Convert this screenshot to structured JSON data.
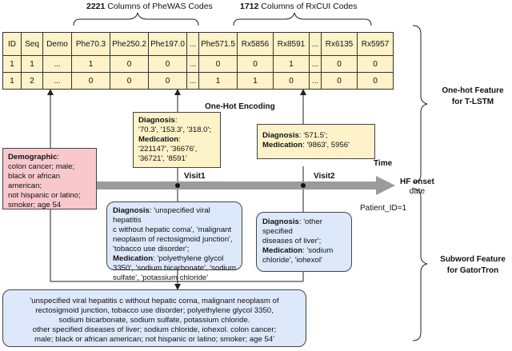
{
  "header": {
    "phewas_count": "2221",
    "phewas_text": "Columns of PheWAS Codes",
    "rxcui_count": "1712",
    "rxcui_text": "Columns of RxCUI Codes"
  },
  "table": {
    "columns": [
      "ID",
      "Seq",
      "Demo",
      "Phe70.3",
      "Phe250.2",
      "Phe197.0",
      "...",
      "Phe571.5",
      "Rx5856",
      "Rx8591",
      "...",
      "Rx6135",
      "Rx5957"
    ],
    "rows": [
      [
        "1",
        "1",
        "...",
        "1",
        "0",
        "0",
        "...",
        "0",
        "0",
        "1",
        "...",
        "0",
        "0"
      ],
      [
        "1",
        "2",
        "...",
        "0",
        "0",
        "0",
        "...",
        "1",
        "1",
        "0",
        "...",
        "0",
        "0"
      ]
    ]
  },
  "labels": {
    "one_hot_encoding": "One-Hot Encoding",
    "one_hot_feature_l1": "One-hot Feature",
    "one_hot_feature_l2": "for T-LSTM",
    "subword_feature_l1": "Subword Feature",
    "subword_feature_l2": "for GatorTron",
    "time": "Time",
    "hf_onset_l1": "HF onset",
    "hf_onset_l2": "date",
    "visit1": "Visit1",
    "visit2": "Visit2",
    "patient_id": "Patient_ID=1"
  },
  "visit1_codes": {
    "diag_label": "Diagnosis",
    "diag_value": ":",
    "diag_line1": "'70.3', '153.3', '318.0';",
    "med_label": "Medication",
    "med_value": ":",
    "med_line1": "'221147', '36676',",
    "med_line2": "'36721', '8591'"
  },
  "visit2_codes": {
    "diag_label": "Diagnosis",
    "diag_value": ": '571.5';",
    "med_label": "Medication",
    "med_value": ": '9863', 5956'"
  },
  "demographic": {
    "label": "Demographic",
    "colon": ":",
    "line1": "colon cancer; male;",
    "line2": "black or african american;",
    "line3": "not hispanic or latino;",
    "line4": "smoker; age 54"
  },
  "visit1_text": {
    "diag_label": "Diagnosis",
    "line1": ": 'unspecified viral hepatitis",
    "line2": "c without hepatic coma', 'malignant",
    "line3": "neoplasm of rectosigmoid junction',",
    "line4": "'tobacco use disorder';",
    "med_label": "Medication",
    "line5": ": 'polyethylene glycol",
    "line6": "3350', 'sodium bicarbonate', 'sodium",
    "line7": "sulfate', 'potassium chloride'"
  },
  "visit2_text": {
    "diag_label": "Diagnosis",
    "line1": ": 'other specified",
    "line2": "diseases of liver';",
    "med_label": "Medication",
    "line3": ": 'sodium",
    "line4": "chloride', 'iohexol'"
  },
  "combined_text": {
    "line1": "'unspecified viral hepatitis c without hepatic coma, malignant neoplasm of",
    "line2": "rectosigmoid junction, tobacco use disorder; polyethylene glycol 3350,",
    "line3": "sodium bicarbonate, sodium sulfate, potassium chloride.",
    "line4": "other specified diseases of liver; sodium chloride, iohexol. colon cancer;",
    "line5": "male; black or african american; not hispanic or latino; smoker; age 54'"
  }
}
